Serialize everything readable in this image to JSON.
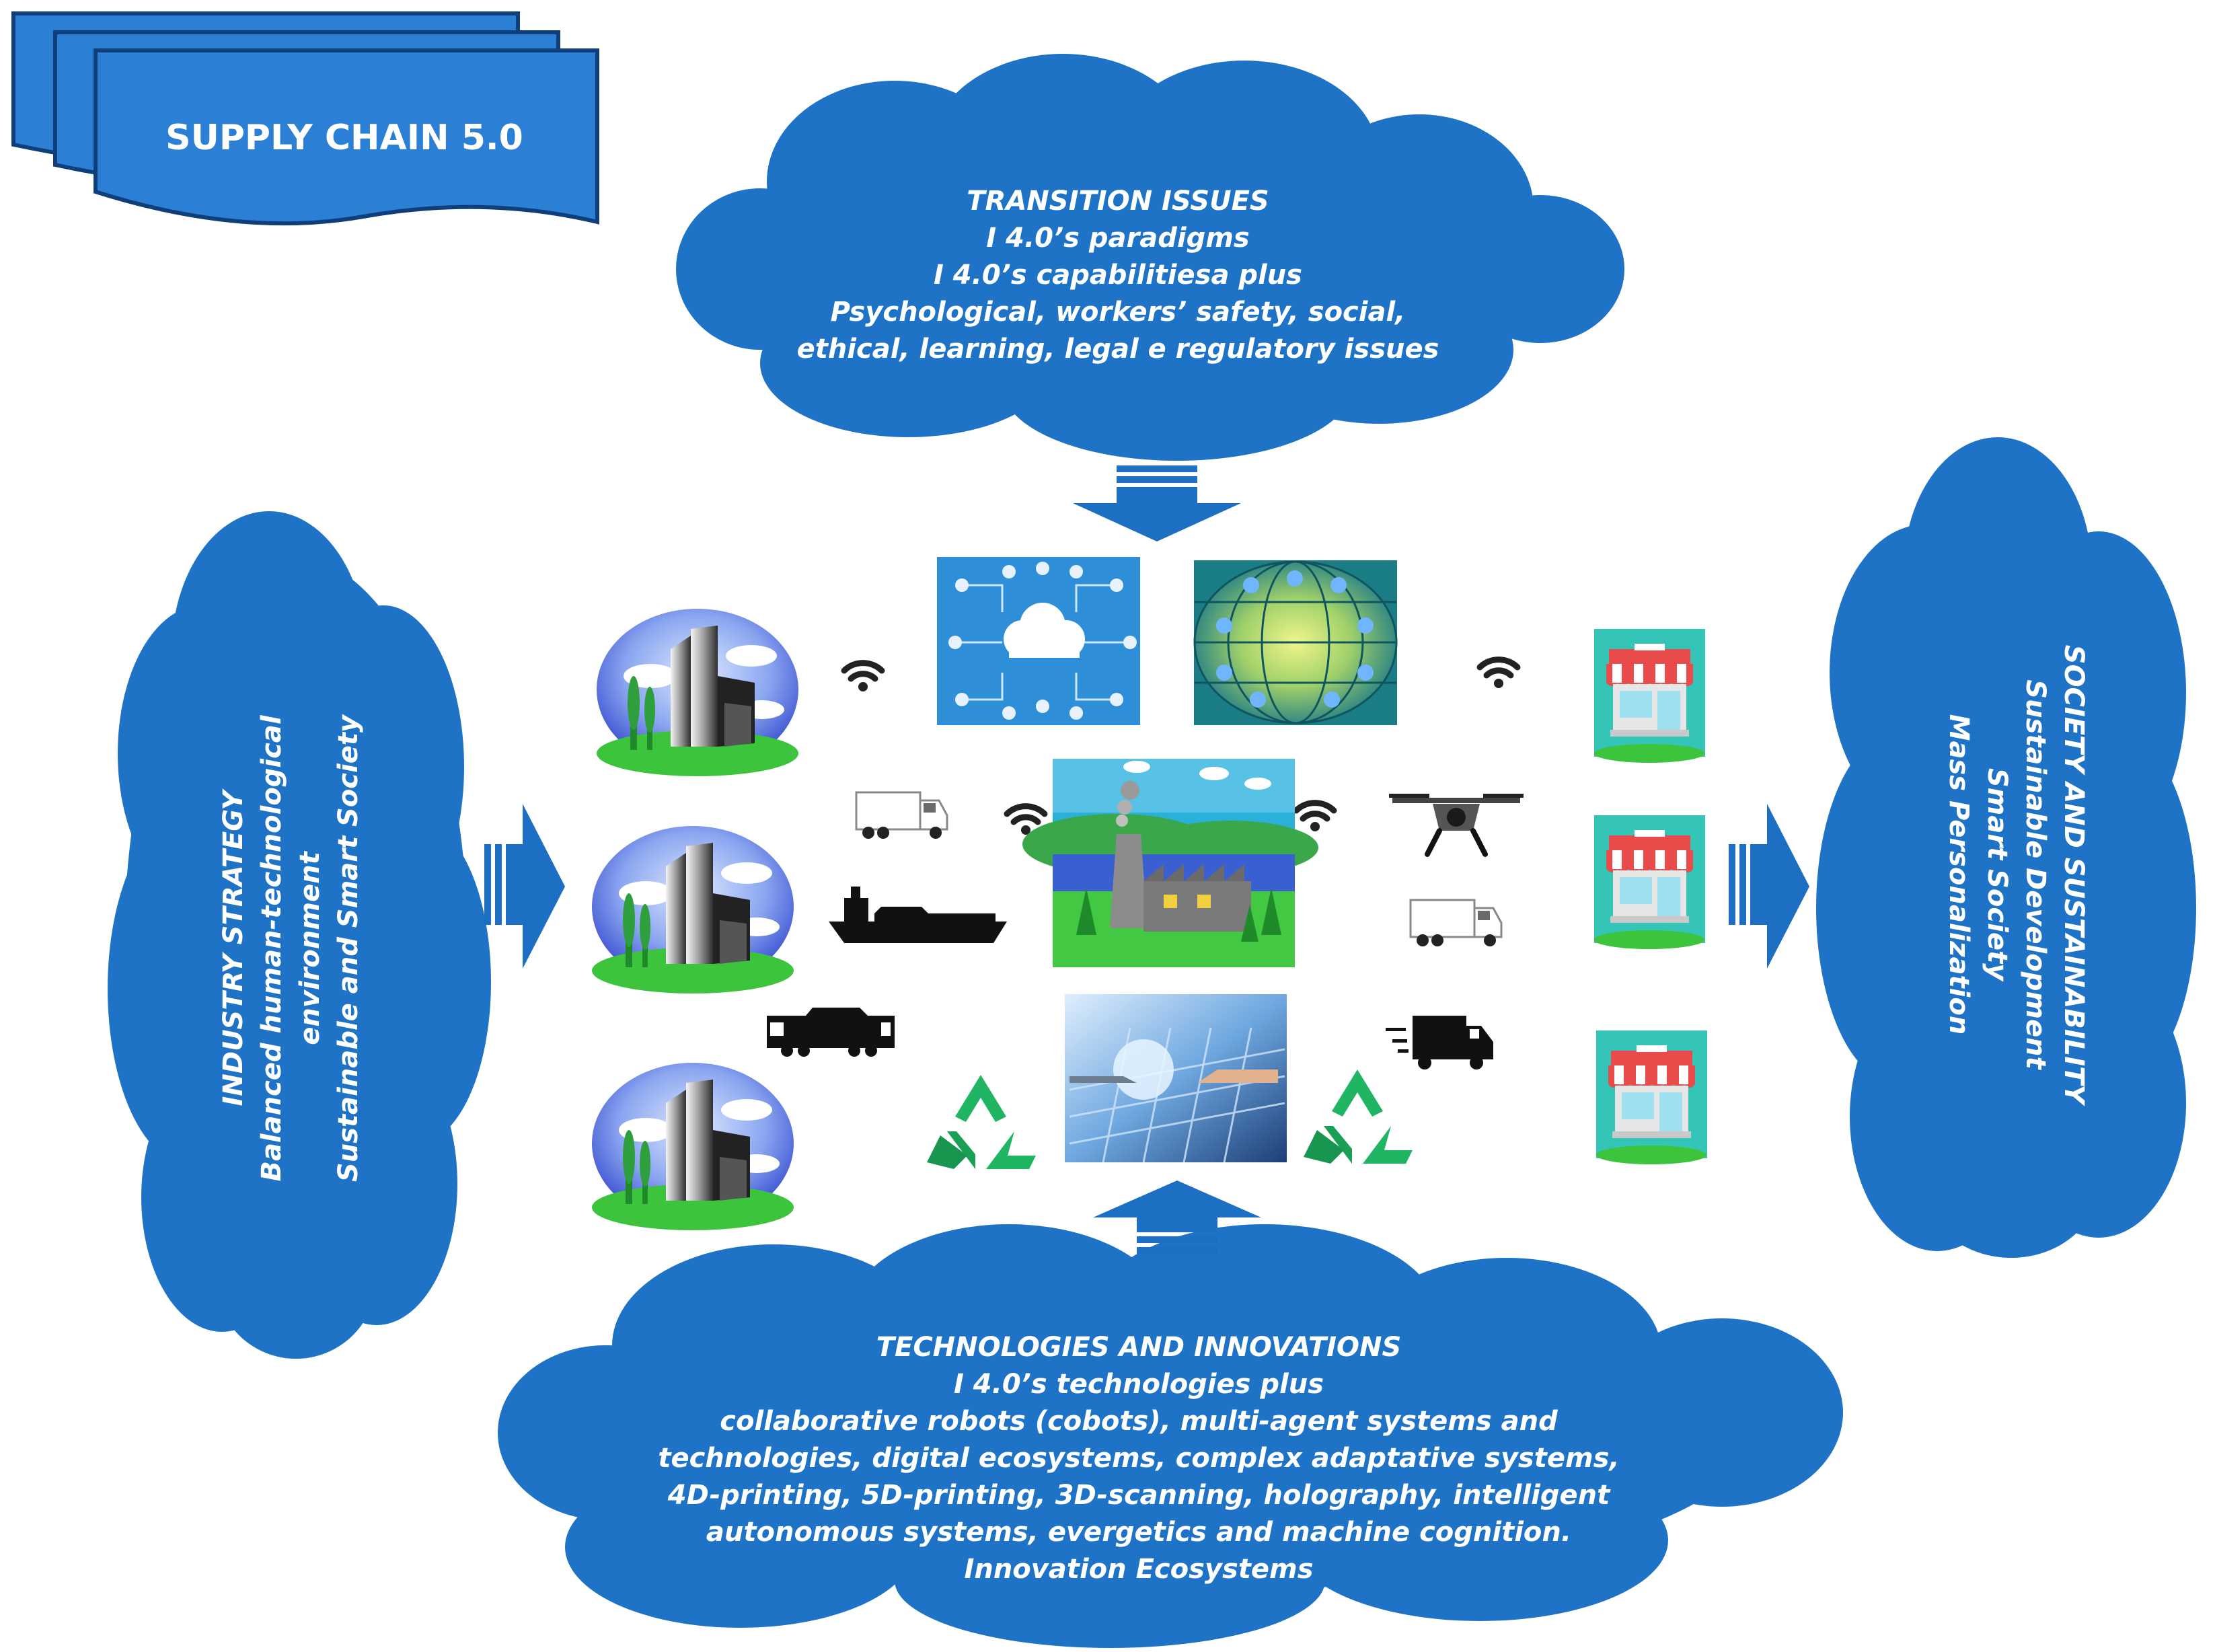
{
  "title": "SUPPLY CHAIN 5.0",
  "colors": {
    "cloud": "#1f73c6",
    "cloud_edge": "#1865b0",
    "arrow": "#1c6fc2",
    "banner": "#2b7fd4",
    "banner_edge": "#0f3f7a",
    "recycle": "#1fb562",
    "store_bg": "#35c4b8",
    "awning": "#e94b4b",
    "sky": "#6fa3e6",
    "grass": "#3cc43c"
  },
  "transition": {
    "lines": [
      "TRANSITION ISSUES",
      "I 4.0’s paradigms",
      "I 4.0’s capabilitiesa plus",
      "Psychological, workers’ safety, social,",
      "ethical, learning, legal e regulatory issues"
    ]
  },
  "technologies": {
    "lines": [
      "TECHNOLOGIES AND INNOVATIONS",
      "I 4.0’s technologies plus",
      "collaborative robots (cobots), multi-agent systems and",
      "technologies, digital ecosystems, complex adaptative systems,",
      "4D-printing, 5D-printing, 3D-scanning, holography, intelligent",
      "autonomous systems, evergetics and machine cognition.",
      "Innovation Ecosystems"
    ]
  },
  "industry": {
    "lines": [
      "INDUSTRY STRATEGY",
      "Balanced human-technological",
      "environment",
      "Sustainable and Smart Society"
    ]
  },
  "society": {
    "lines": [
      "SOCIETY AND SUSTAINABILITY",
      "Sustainable Development",
      "Smart Society",
      "Mass Personalization"
    ]
  },
  "icons": [
    "factory-icon",
    "wifi-icon",
    "cloud-network-icon",
    "globe-network-icon",
    "store-icon",
    "truck-icon",
    "ship-icon",
    "train-icon",
    "power-plant-icon",
    "drone-icon",
    "delivery-van-icon",
    "recycle-icon",
    "robot-hand-icon"
  ]
}
